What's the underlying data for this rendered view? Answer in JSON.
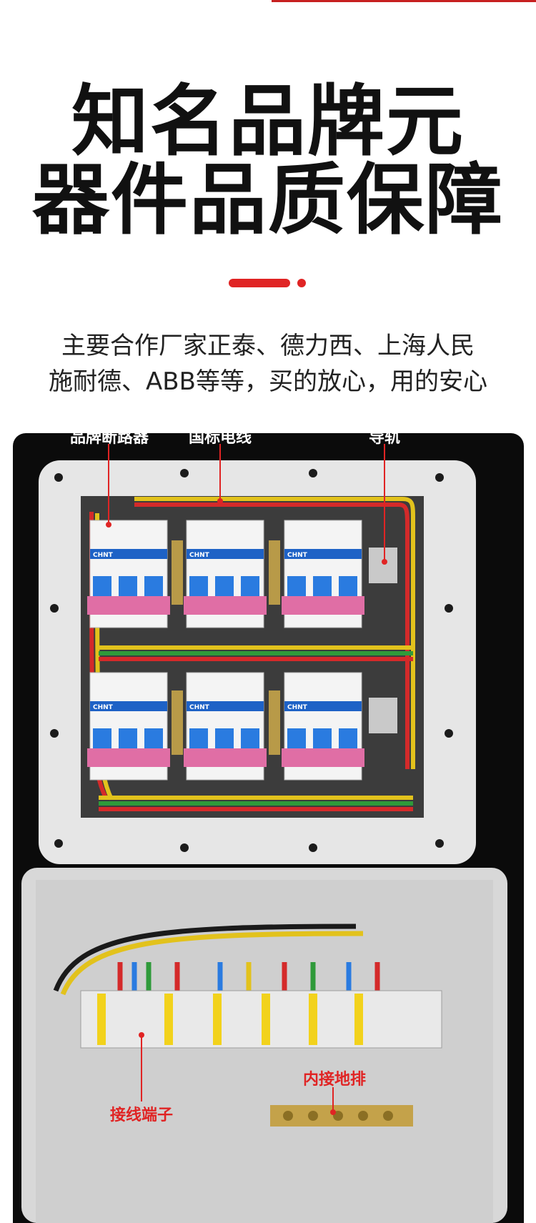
{
  "headline": {
    "line1": "知名品牌元",
    "line2": "器件品质保障"
  },
  "subtitle": {
    "line1": "主要合作厂家正泰、德力西、上海人民",
    "line2": "施耐德、ABB等等，买的放心，用的安心"
  },
  "callouts": {
    "breaker": "品牌断路器",
    "cable": "国标电线",
    "rail": "导轨",
    "terminal": "接线端子",
    "ground_bar": "内接地排"
  },
  "breaker_brand": "CHNT",
  "colors": {
    "accent": "#e02424",
    "headline": "#111111",
    "photo_bg": "#0b0b0b"
  }
}
